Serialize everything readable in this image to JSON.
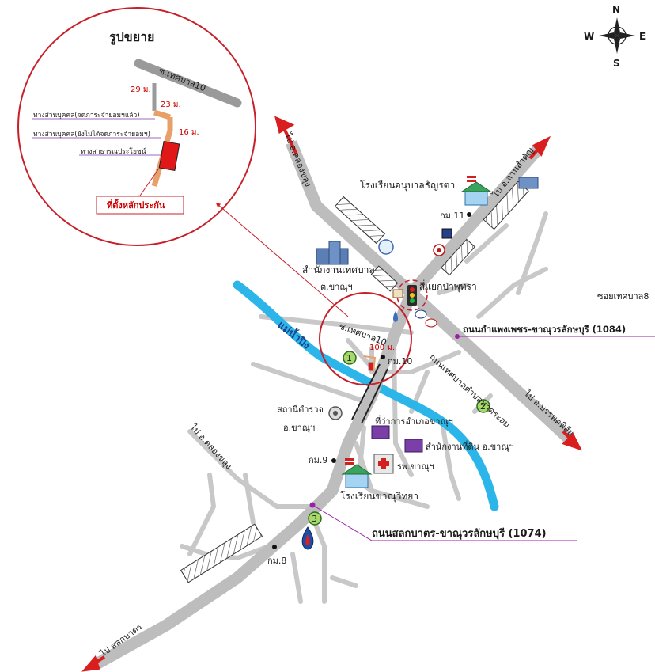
{
  "compass": {
    "north": "N",
    "south": "S",
    "east": "E",
    "west": "W"
  },
  "inset": {
    "title": "รูปขยาย",
    "soi_label": "ซ.เทศบาล10",
    "dist_29": "29 ม.",
    "dist_23": "23 ม.",
    "dist_16": "16 ม.",
    "legend_private_done": "ทางส่วนบุคคล(จดภาระจำยอมฯแล้ว)",
    "legend_private_pending": "ทางส่วนบุคคล(ยังไม่ได้จดภาระจำยอมฯ)",
    "legend_public": "ทางสาธารณประโยชน์",
    "collateral_label": "ที่ตั้งหลักประกัน"
  },
  "labels": {
    "to_khlong_khlung_top": "ไป อ.คลองขลุง",
    "to_lan_krabue": "ไป อ.ลานสำคัญ",
    "to_khlong_khlung_left": "ไป อ.คลองขลุง",
    "to_sak_lam": "ไป อ.บรรพตพิสัย",
    "to_sakon_bat": "ไป สลกบาตร",
    "anuban_school": "โรงเรียนอนุบาลธัญรตา",
    "km11": "กม.11",
    "municipality_office": "สำนักงานเทศบาล",
    "tambon_chanu": "ต.ขาณุฯ",
    "intersection": "สี่แยกป่าพุทรา",
    "soi_thetsaban8": "ซอยเทศบาล8",
    "road_1084": "ถนนกำแพงเพชร-ขาณุวรลักษบุรี (1084)",
    "river": "แม่น้ำปิง",
    "soi_thetsaban10": "ซ.เทศบาล10",
    "dist_100": "100 ม.",
    "km10": "กม.10",
    "road_thetsaban": "ถนนเทศบาลตำบลหาดระอม",
    "police_station": "สถานีตำรวจ",
    "police_district": "อ.ขาณุฯ",
    "district_office": "ที่ว่าการอำเภอขาณุฯ",
    "land_office": "สำนักงานที่ดิน อ.ขาณุฯ",
    "km9": "กม.9",
    "hospital": "รพ.ขาณุฯ",
    "khanu_school": "โรงเรียนขาณุวิทยา",
    "road_1074": "ถนนสลกบาตร-ขาณุวรลักษบุรี (1074)",
    "km8": "กม.8",
    "marker_1": "1",
    "marker_2": "2",
    "marker_3": "3"
  },
  "colors": {
    "road": "#c0c0c0",
    "river": "#2bb5e8",
    "circle": "#c8202a",
    "arrow": "#d81e1e",
    "leader_purple": "#9b1fa8",
    "marker_green": "#a6d96a",
    "private_road": "#e8a06a",
    "collateral": "#e01818"
  }
}
